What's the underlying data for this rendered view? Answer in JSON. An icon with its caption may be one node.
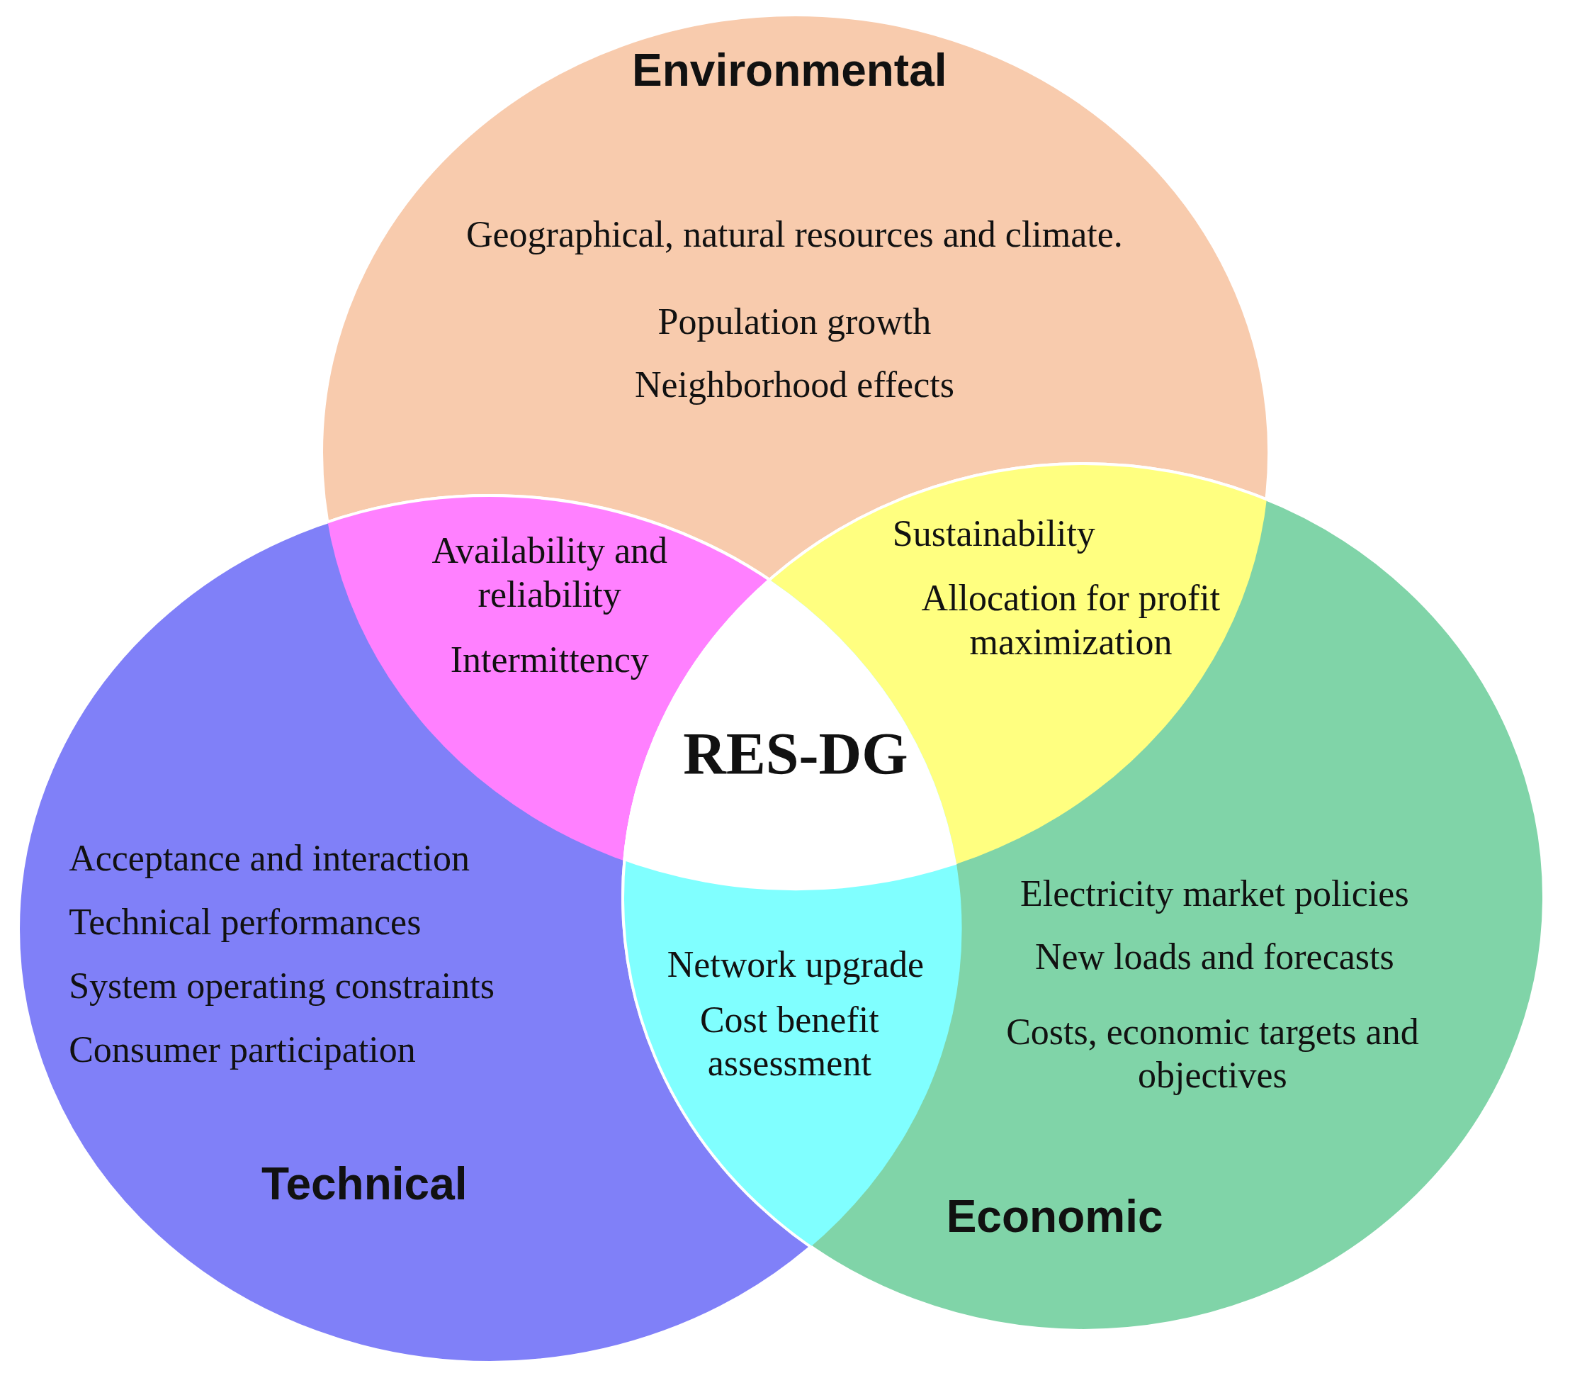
{
  "diagram": {
    "nodes": [
      {
        "text": [
          "Environmental",
          "Geographical, natural resources and climate.",
          "Population growth",
          "Neighborhood effects"
        ]
      },
      {
        "text": [
          "Availability and reliability",
          "Intermittency"
        ]
      },
      {
        "text": [
          "Sustainability",
          "Allocation for profit maximization"
        ]
      },
      {
        "text": [
          "RES-DG"
        ]
      },
      {
        "text": [
          "Acceptance and interaction",
          "Technical performances",
          "System operating constraints",
          "Consumer participation",
          "Technical"
        ]
      },
      {
        "text": [
          "Network upgrade",
          "Cost benefit assessment"
        ]
      },
      {
        "text": [
          "Electricity market policies",
          "New loads and forecasts",
          "Costs, economic targets and objectives",
          "Economic"
        ]
      }
    ],
    "edges": []
  }
}
